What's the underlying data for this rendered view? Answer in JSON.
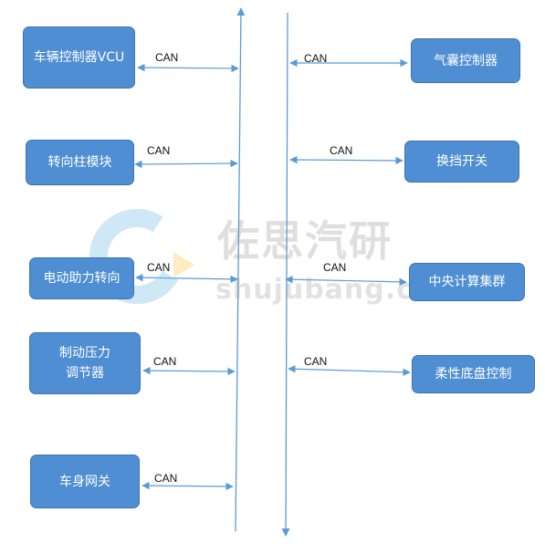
{
  "colors": {
    "node_fill": "#4f8ed2",
    "node_border": "#3c74b2",
    "line": "#5b9bd5",
    "text": "#ffffff"
  },
  "left_nodes": [
    {
      "label": "车辆控制器VCU"
    },
    {
      "label": "转向柱模块"
    },
    {
      "label": "电动助力转向"
    },
    {
      "label": "制动压力\n调节器"
    },
    {
      "label": "车身网关"
    }
  ],
  "right_nodes": [
    {
      "label": "气囊控制器"
    },
    {
      "label": "换挡开关"
    },
    {
      "label": "中央计算集群"
    },
    {
      "label": "柔性底盘控制"
    }
  ],
  "bus_label": "CAN",
  "watermark": {
    "title": "佐思汽研",
    "subtitle": "shujubang.com"
  }
}
